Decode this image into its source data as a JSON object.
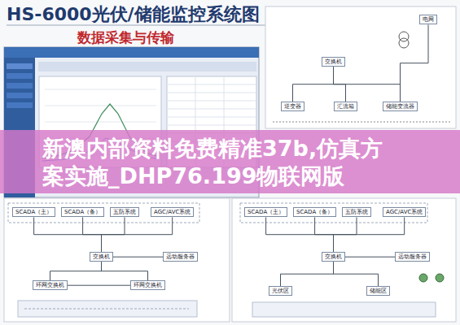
{
  "diagram": {
    "title": "HS-6000光伏/储能监控系统图",
    "nodes": [
      {
        "text": [
          "电网"
        ]
      },
      {
        "text": [
          "交换机"
        ]
      },
      {
        "text": [
          "逆变器"
        ]
      },
      {
        "text": [
          "汇流箱"
        ]
      },
      {
        "text": [
          "储能变流器"
        ]
      },
      {
        "text": [
          "SCADA（主）"
        ]
      },
      {
        "text": [
          "SCADA（备）"
        ]
      },
      {
        "text": [
          "五防系统"
        ]
      },
      {
        "text": [
          "AGC/AVC系统"
        ]
      },
      {
        "text": [
          "远动服务器"
        ]
      },
      {
        "text": [
          "交换机"
        ]
      },
      {
        "text": [
          "环网交换机"
        ]
      },
      {
        "text": [
          "环网交换机"
        ]
      },
      {
        "text": [
          "SCADA（主）"
        ]
      },
      {
        "text": [
          "SCADA（备）"
        ]
      },
      {
        "text": [
          "五防系统"
        ]
      },
      {
        "text": [
          "AGC/AVC系统"
        ]
      },
      {
        "text": [
          "远动服务器"
        ]
      },
      {
        "text": [
          "交换机"
        ]
      },
      {
        "text": [
          "光伏区"
        ]
      },
      {
        "text": [
          "储能区"
        ]
      }
    ],
    "edges": [
      {
        "from": 0,
        "to": 4,
        "arrow": "none"
      },
      {
        "from": 1,
        "to": 2,
        "arrow": "none"
      },
      {
        "from": 1,
        "to": 3,
        "arrow": "none"
      },
      {
        "from": 1,
        "to": 4,
        "arrow": "none"
      },
      {
        "from": 5,
        "to": 10,
        "arrow": "none"
      },
      {
        "from": 6,
        "to": 10,
        "arrow": "none"
      },
      {
        "from": 7,
        "to": 10,
        "arrow": "none"
      },
      {
        "from": 8,
        "to": 10,
        "arrow": "none"
      },
      {
        "from": 10,
        "to": 9,
        "arrow": "none"
      },
      {
        "from": 10,
        "to": 11,
        "arrow": "none"
      },
      {
        "from": 10,
        "to": 12,
        "arrow": "none"
      },
      {
        "from": 11,
        "to": 12,
        "arrow": "none"
      },
      {
        "from": 13,
        "to": 18,
        "arrow": "none"
      },
      {
        "from": 14,
        "to": 18,
        "arrow": "none"
      },
      {
        "from": 15,
        "to": 18,
        "arrow": "none"
      },
      {
        "from": 16,
        "to": 18,
        "arrow": "none"
      },
      {
        "from": 18,
        "to": 17,
        "arrow": "none"
      },
      {
        "from": 18,
        "to": 19,
        "arrow": "none"
      },
      {
        "from": 18,
        "to": 20,
        "arrow": "none"
      }
    ],
    "labels": [
      "数据采集与传输",
      "新澳内部资料免费精准37b,仿真方案实施_DHP76.199物联网版"
    ]
  }
}
